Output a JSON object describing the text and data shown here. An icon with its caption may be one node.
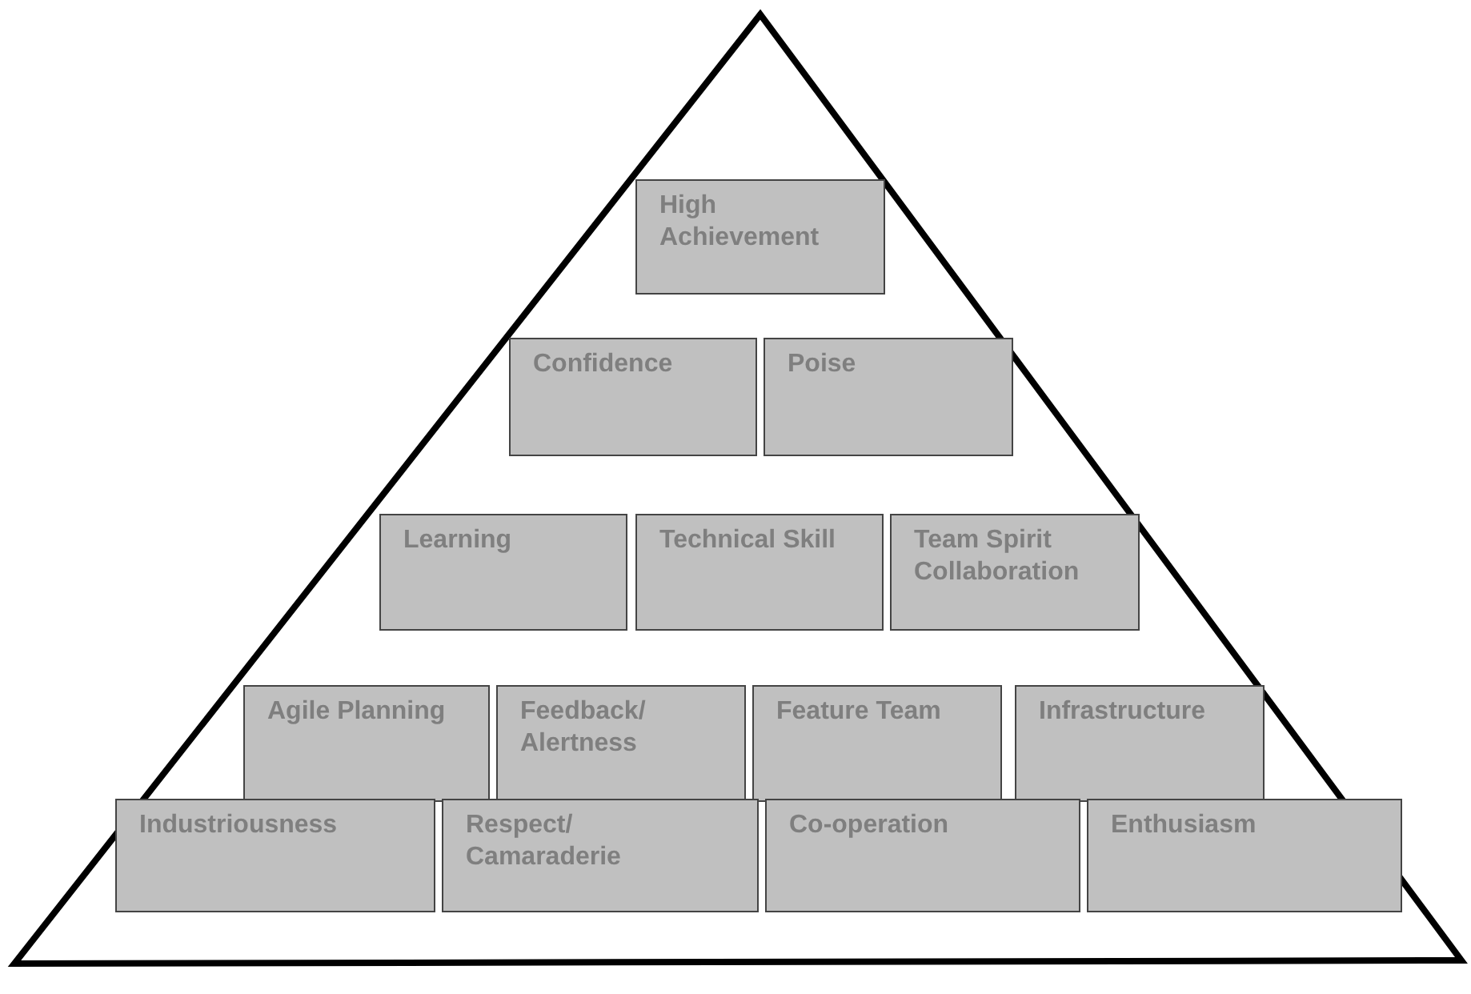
{
  "diagram": {
    "nodes": [
      {
        "text": [
          "High Achievement"
        ]
      },
      {
        "text": [
          "Confidence"
        ]
      },
      {
        "text": [
          "Poise"
        ]
      },
      {
        "text": [
          "Learning"
        ]
      },
      {
        "text": [
          "Technical Skill"
        ]
      },
      {
        "text": [
          "Team Spirit Collaboration"
        ]
      },
      {
        "text": [
          "Agile Planning"
        ]
      },
      {
        "text": [
          "Feedback/ Alertness"
        ]
      },
      {
        "text": [
          "Feature Team"
        ]
      },
      {
        "text": [
          "Infrastructure"
        ]
      },
      {
        "text": [
          "Industriousness"
        ]
      },
      {
        "text": [
          "Respect/ Camaraderie"
        ]
      },
      {
        "text": [
          "Co-operation"
        ]
      },
      {
        "text": [
          "Enthusiasm"
        ]
      }
    ]
  }
}
